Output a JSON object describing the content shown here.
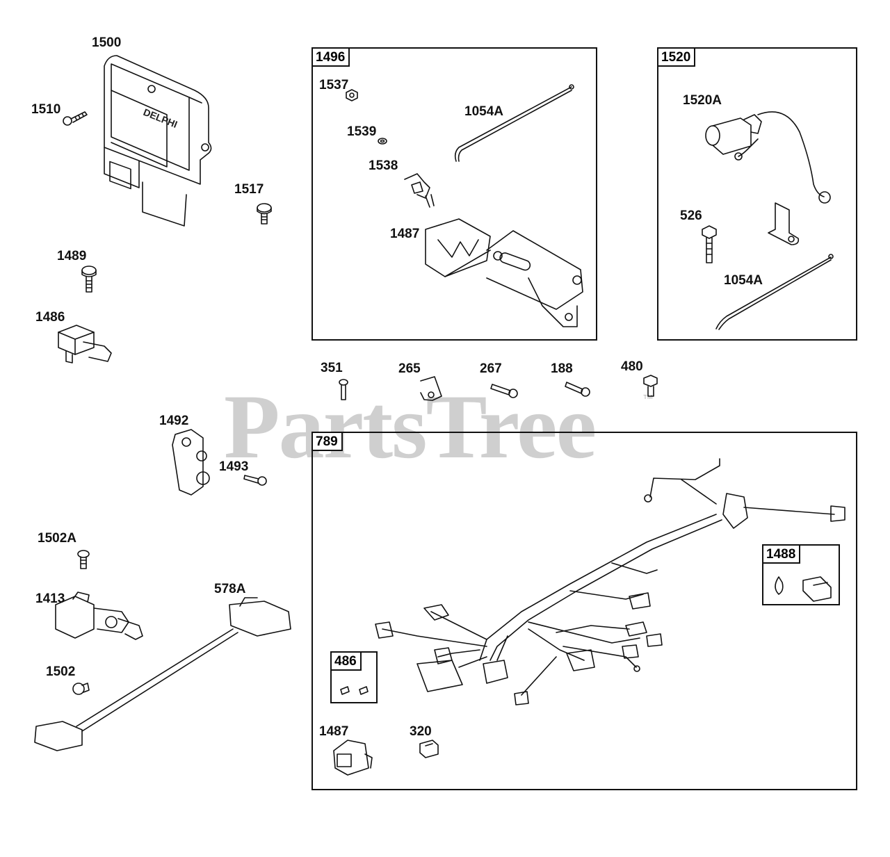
{
  "watermark": {
    "text": "PartsTree",
    "tm": "™"
  },
  "boxes": {
    "b1496": "1496",
    "b1520": "1520",
    "b789": "789",
    "b1488": "1488",
    "b486": "486"
  },
  "labels": {
    "p1500": "1500",
    "p1510": "1510",
    "p1517": "1517",
    "p1489": "1489",
    "p1486": "1486",
    "p1492": "1492",
    "p1493": "1493",
    "p1502A": "1502A",
    "p1413": "1413",
    "p578A": "578A",
    "p1502": "1502",
    "p1537": "1537",
    "p1539": "1539",
    "p1538": "1538",
    "p1054A_a": "1054A",
    "p1487_a": "1487",
    "p1520A": "1520A",
    "p526": "526",
    "p1054A_b": "1054A",
    "p351": "351",
    "p265": "265",
    "p267": "267",
    "p188": "188",
    "p480": "480",
    "p1487_b": "1487",
    "p320": "320"
  },
  "ecu_brand": "DELPHI"
}
